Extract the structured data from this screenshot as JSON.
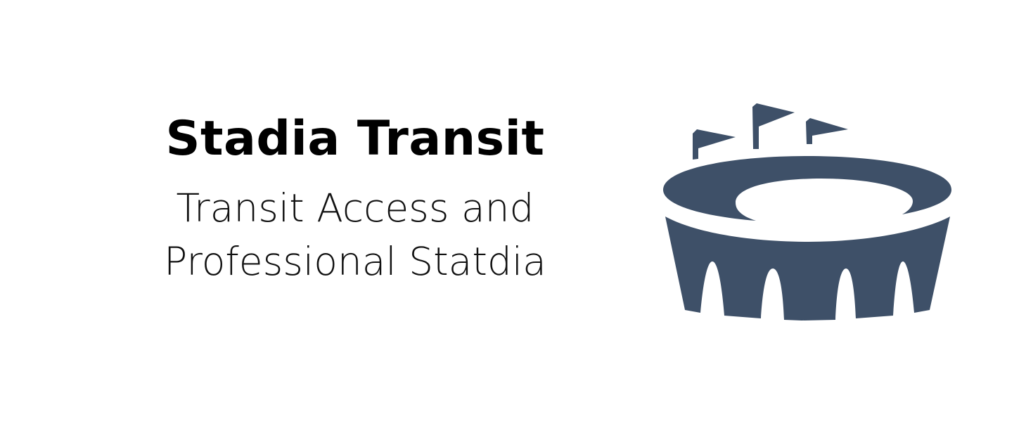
{
  "title": "Stadia Transit",
  "subtitle_lines": [
    "Transit Access and",
    "Professional Statdia"
  ],
  "icon": "stadium-icon",
  "colors": {
    "icon_fill": "#3e5068",
    "text": "#000000",
    "background": "#ffffff"
  }
}
